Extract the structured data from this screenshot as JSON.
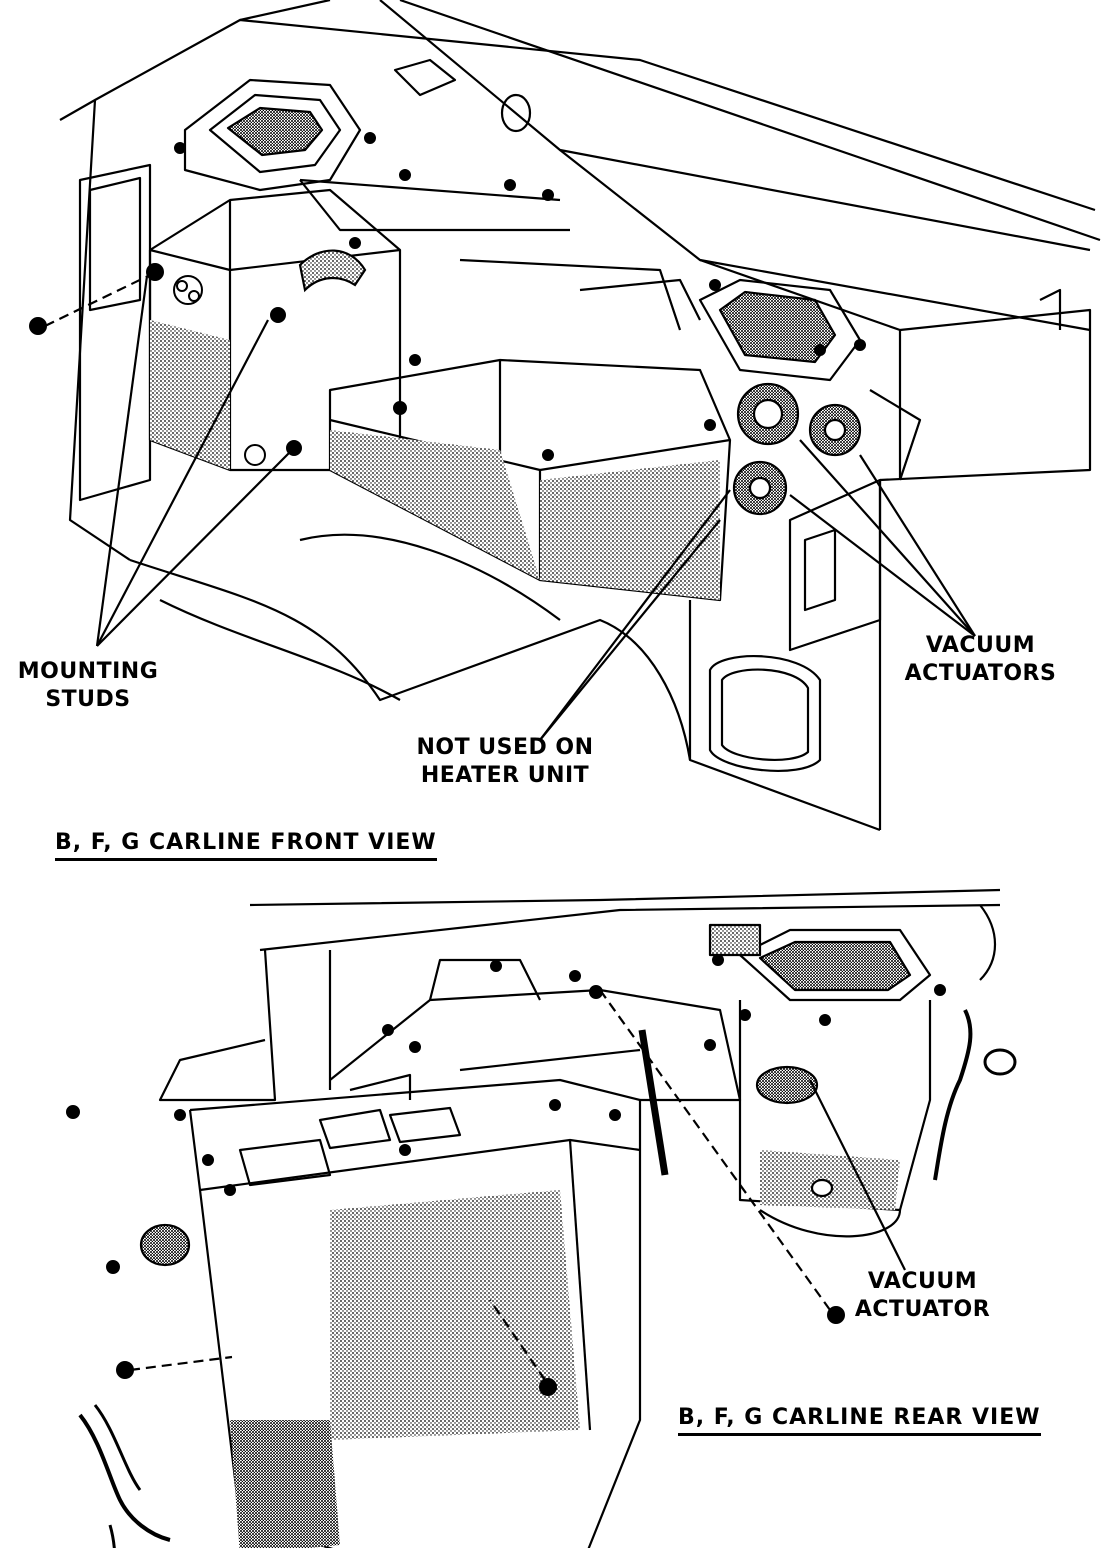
{
  "front_view": {
    "caption": "B, F, G CARLINE FRONT VIEW",
    "labels": {
      "mounting_studs": [
        "MOUNTING",
        "STUDS"
      ],
      "vacuum_actuators": [
        "VACUUM",
        "ACTUATORS"
      ],
      "not_used": [
        "NOT USED ON",
        "HEATER UNIT"
      ]
    }
  },
  "rear_view": {
    "caption": "B, F, G CARLINE REAR VIEW",
    "labels": {
      "vacuum_actuator": [
        "VACUUM",
        "ACTUATOR"
      ]
    }
  }
}
